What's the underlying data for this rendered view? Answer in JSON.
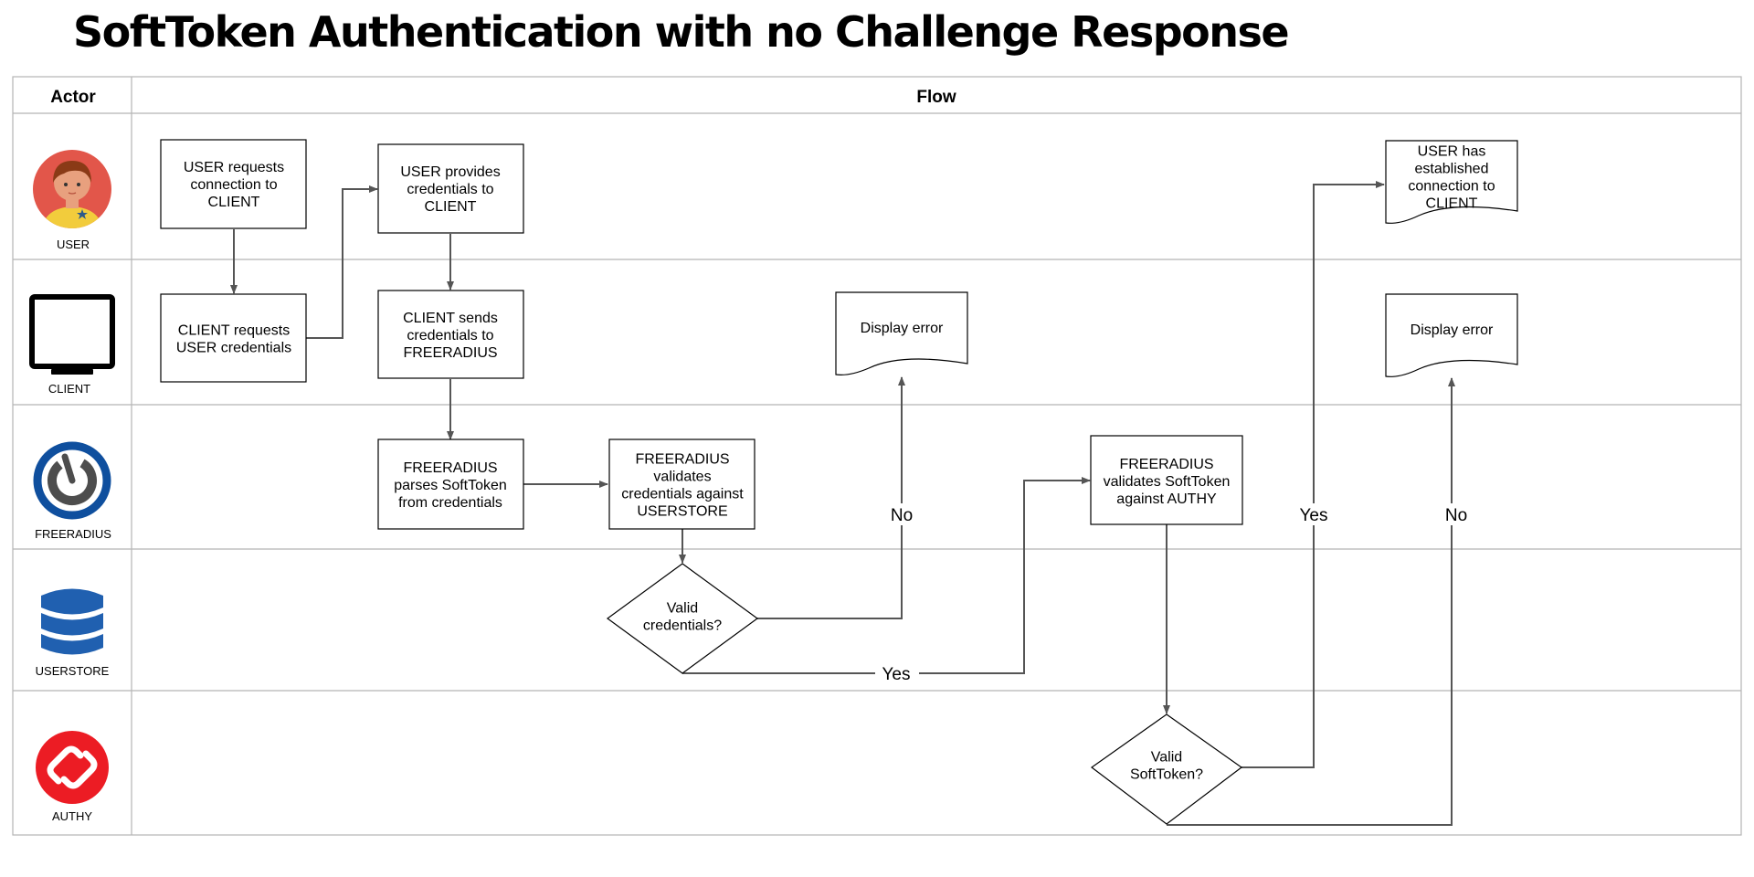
{
  "title": "SoftToken Authentication with no Challenge Response",
  "header": {
    "actor": "Actor",
    "flow": "Flow"
  },
  "actors": [
    {
      "id": "user",
      "label": "USER",
      "icon": "user-avatar-icon"
    },
    {
      "id": "client",
      "label": "CLIENT",
      "icon": "monitor-icon"
    },
    {
      "id": "freeradius",
      "label": "FREERADIUS",
      "icon": "freeradius-logo-icon"
    },
    {
      "id": "userstore",
      "label": "USERSTORE",
      "icon": "database-icon"
    },
    {
      "id": "authy",
      "label": "AUTHY",
      "icon": "authy-logo-icon"
    }
  ],
  "nodes": {
    "user_requests": {
      "lines": [
        "USER requests",
        "connection to",
        "CLIENT"
      ]
    },
    "client_requests": {
      "lines": [
        "CLIENT requests",
        "USER credentials"
      ]
    },
    "user_provides": {
      "lines": [
        "USER provides",
        "credentials to",
        "CLIENT"
      ]
    },
    "client_sends": {
      "lines": [
        "CLIENT sends",
        "credentials to",
        "FREERADIUS"
      ]
    },
    "fr_parses": {
      "lines": [
        "FREERADIUS",
        "parses SoftToken",
        "from credentials"
      ]
    },
    "fr_validates_creds": {
      "lines": [
        "FREERADIUS",
        "validates",
        "credentials against",
        "USERSTORE"
      ]
    },
    "valid_credentials": {
      "lines": [
        "Valid",
        "credentials?"
      ]
    },
    "display_error_1": {
      "lines": [
        "Display error"
      ]
    },
    "fr_validates_token": {
      "lines": [
        "FREERADIUS",
        "validates SoftToken",
        "against AUTHY"
      ]
    },
    "valid_softtoken": {
      "lines": [
        "Valid",
        "SoftToken?"
      ]
    },
    "user_established": {
      "lines": [
        "USER has",
        "established",
        "connection to",
        "CLIENT"
      ]
    },
    "display_error_2": {
      "lines": [
        "Display error"
      ]
    }
  },
  "edge_labels": {
    "no_1": "No",
    "yes_1": "Yes",
    "yes_2": "Yes",
    "no_2": "No"
  },
  "colors": {
    "grid": "#b5b5b5",
    "stroke": "#000000",
    "connector": "#555555",
    "user_bg": "#e2564a",
    "user_shirt": "#f2cc3c",
    "user_face": "#e8a07e",
    "user_hair": "#8a3a16",
    "freeradius_blue": "#0f4f9e",
    "freeradius_gray": "#4d4d4d",
    "userstore_blue": "#2060b0",
    "authy_red": "#ec1c24"
  }
}
